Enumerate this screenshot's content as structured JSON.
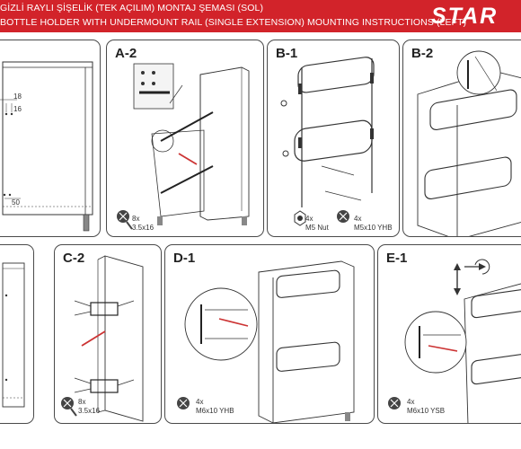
{
  "header": {
    "title_tr": "GİZLİ RAYLI ŞİŞELİK (TEK AÇILIM) MONTAJ ŞEMASI (SOL)",
    "title_en": "BOTTLE HOLDER WITH UNDERMOUNT RAIL (SINGLE EXTENSION) MOUNTING INSTRUCTIONS (LEFT)",
    "brand": "STAR"
  },
  "colors": {
    "header_bg": "#d2232a",
    "border": "#4a4a4a",
    "text": "#222222"
  },
  "panels": [
    {
      "id": "A-1",
      "label": "",
      "dims": [
        "18",
        "16",
        "50"
      ]
    },
    {
      "id": "A-2",
      "label": "A-2",
      "qty": "8x",
      "spec": "3.5x16",
      "icon": "screw-icon"
    },
    {
      "id": "B-1",
      "label": "B-1",
      "qty1": "4x",
      "spec1": "M5 Nut",
      "icon1": "nut-icon",
      "qty2": "4x",
      "spec2": "M5x10 YHB",
      "icon2": "screw-icon"
    },
    {
      "id": "B-2",
      "label": "B-2"
    },
    {
      "id": "C-1",
      "label": ""
    },
    {
      "id": "C-2",
      "label": "C-2",
      "qty": "8x",
      "spec": "3.5x16",
      "icon": "screw-icon"
    },
    {
      "id": "D-1",
      "label": "D-1",
      "qty": "4x",
      "spec": "M6x10 YHB",
      "icon": "screw-icon"
    },
    {
      "id": "E-1",
      "label": "E-1",
      "qty": "4x",
      "spec": "M6x10 YSB",
      "icon": "screw-icon"
    }
  ]
}
